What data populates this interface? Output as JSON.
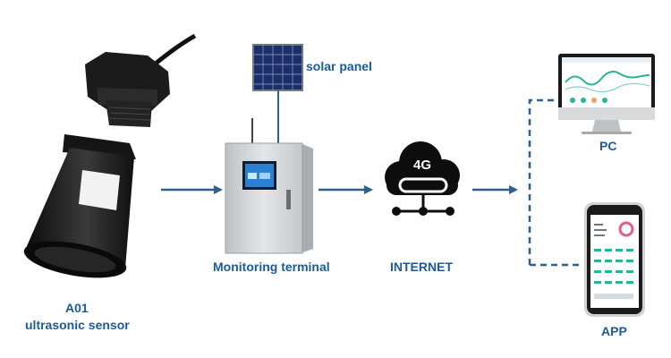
{
  "labels": {
    "solar_panel": "solar panel",
    "monitoring_terminal": "Monitoring terminal",
    "internet": "INTERNET",
    "sensor_model": "A01",
    "sensor_name": "ultrasonic sensor",
    "pc": "PC",
    "app": "APP",
    "cloud_text": "4G"
  },
  "icons": {
    "sensor": "ultrasonic-sensor-icon",
    "solar": "solar-panel-icon",
    "terminal": "monitoring-terminal-icon",
    "cloud": "4g-cloud-icon",
    "pc": "pc-monitor-icon",
    "phone": "smartphone-app-icon"
  },
  "colors": {
    "label": "#1d5a9c",
    "arrow": "#2d5f8f",
    "sensor_body": "#1e1e1e",
    "cabinet": "#d4d6d8",
    "screen": "#2a7fd0",
    "cloud": "#0d0d0d"
  }
}
